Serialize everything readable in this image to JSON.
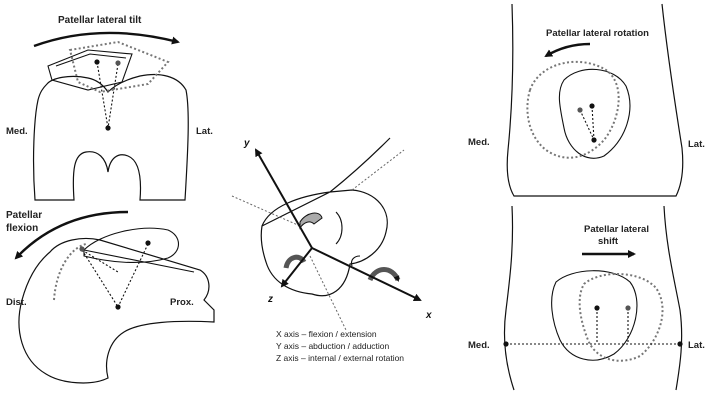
{
  "panels": {
    "lateral_tilt": {
      "title": "Patellar lateral tilt",
      "medial": "Med.",
      "lateral": "Lat."
    },
    "flexion": {
      "title_line1": "Patellar",
      "title_line2": "flexion",
      "distal": "Dist.",
      "proximal": "Prox."
    },
    "lateral_rotation": {
      "title": "Patellar lateral rotation",
      "medial": "Med.",
      "lateral": "Lat."
    },
    "lateral_shift": {
      "title_line1": "Patellar lateral",
      "title_line2": "shift",
      "medial": "Med.",
      "lateral": "Lat."
    }
  },
  "axes": {
    "x_letter": "x",
    "y_letter": "y",
    "z_letter": "z",
    "legend": [
      "X axis – flexion / extension",
      "Y axis – abduction / adduction",
      "Z axis – internal / external rotation"
    ]
  }
}
